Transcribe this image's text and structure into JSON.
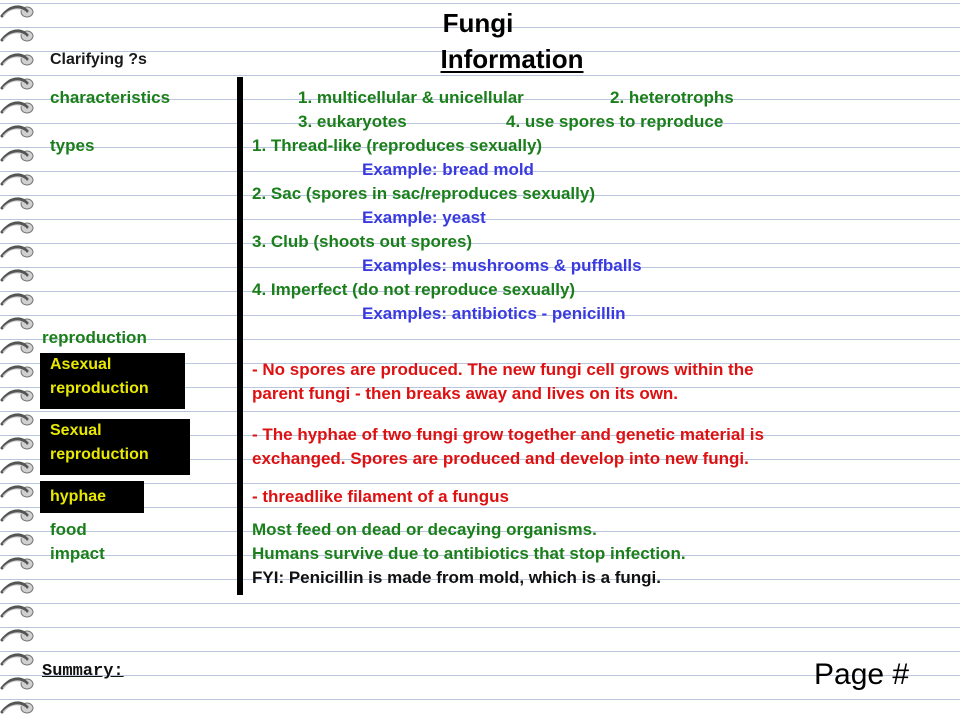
{
  "header": {
    "title_line1": "Fungi",
    "title_line2": "Information",
    "clarifying_label": "Clarifying ?s"
  },
  "rows": {
    "characteristics": {
      "label": "characteristics",
      "items": [
        "1. multicellular & unicellular",
        "2. heterotrophs",
        "3. eukaryotes",
        "4. use spores to reproduce"
      ]
    },
    "types": {
      "label": "types",
      "entries": [
        {
          "name": "1. Thread-like (reproduces sexually)",
          "example": "Example: bread mold"
        },
        {
          "name": "2. Sac (spores in sac/reproduces sexually)",
          "example": "Example: yeast"
        },
        {
          "name": "3. Club (shoots out spores)",
          "example": "Examples: mushrooms & puffballs"
        },
        {
          "name": "4. Imperfect (do not reproduce sexually)",
          "example": "Examples: antibiotics - penicillin"
        }
      ]
    },
    "reproduction": {
      "label": "reproduction",
      "asexual": {
        "box_line1": "Asexual",
        "box_line2": "reproduction",
        "text_line1": "- No spores are produced. The new fungi cell grows within the",
        "text_line2": "parent fungi - then breaks away and lives on its own."
      },
      "sexual": {
        "box_line1": "Sexual",
        "box_line2": "reproduction",
        "text_line1": "- The hyphae of two fungi grow together and genetic material is",
        "text_line2": "exchanged. Spores are produced and develop into new fungi."
      },
      "hyphae": {
        "box": "hyphae",
        "text": "- threadlike filament of a fungus"
      }
    },
    "food": {
      "label": "food",
      "text": "Most feed on dead or decaying organisms."
    },
    "impact": {
      "label": "impact",
      "text": "Humans survive due to antibiotics that stop infection.",
      "fyi": "FYI: Penicillin is made from mold, which is a fungi."
    }
  },
  "footer": {
    "summary_label": "Summary:",
    "page_label": "Page #"
  },
  "colors": {
    "label_green": "#1a7f1a",
    "example_blue": "#3a3ae0",
    "reproduction_red": "#dd1111",
    "box_yellow": "#e8e800",
    "rule_blue": "#b9c7de"
  }
}
